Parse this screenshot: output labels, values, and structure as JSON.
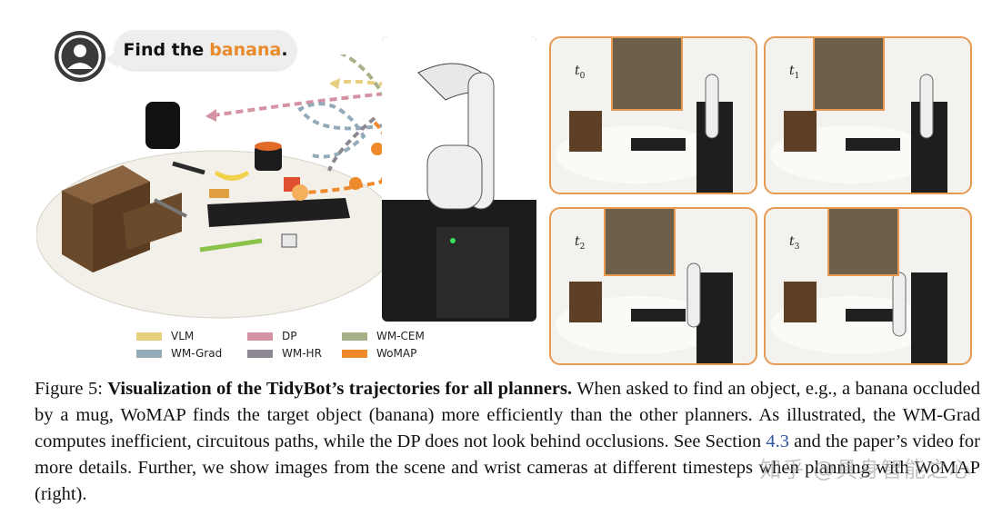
{
  "query": {
    "prefix": "Find the",
    "target": "banana",
    "suffix": "."
  },
  "legend": [
    {
      "name": "VLM",
      "color": "#e8cf7d"
    },
    {
      "name": "DP",
      "color": "#d492a2"
    },
    {
      "name": "WM-CEM",
      "color": "#a7b188"
    },
    {
      "name": "WM-Grad",
      "color": "#93aab9"
    },
    {
      "name": "WM-HR",
      "color": "#8d8792"
    },
    {
      "name": "WoMAP",
      "color": "#ee8a2a"
    }
  ],
  "panels": [
    {
      "label_base": "t",
      "label_sub": "0"
    },
    {
      "label_base": "t",
      "label_sub": "1"
    },
    {
      "label_base": "t",
      "label_sub": "2"
    },
    {
      "label_base": "t",
      "label_sub": "3"
    }
  ],
  "caption": {
    "figure_label": "Figure 5:",
    "bold_title": "Visualization of the TidyBot’s trajectories for all planners.",
    "text_1": "When asked to find an object, e.g., a banana occluded by a mug, WoMAP finds the target object (banana) more efficiently than the other planners. As illustrated, the WM-Grad computes inefficient, circuitous paths, while the DP does not look behind occlusions. See Section",
    "section_ref": "4.3",
    "text_2": "and the paper’s video for more details. Further, we show images from the scene and wrist cameras at different timesteps when planning with WoMAP (right)."
  },
  "watermark": "知乎 @具身智能之心",
  "colors": {
    "accent_orange": "#e89a52",
    "target_text": "#e98a2c",
    "link": "#2f55a4"
  }
}
